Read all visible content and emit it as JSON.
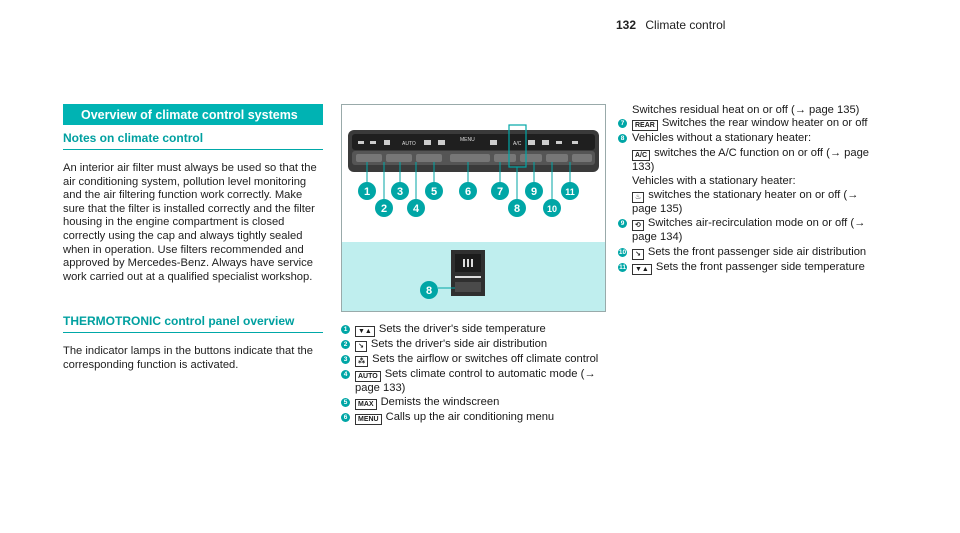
{
  "header": {
    "page_number": "132",
    "section": "Climate control"
  },
  "left": {
    "section_title": "Overview of climate control systems",
    "notes_heading": "Notes on climate control",
    "notes_text": "An interior air filter must always be used so that the air conditioning system, pollution level monitoring and the air filtering function work correctly. Make sure that the filter is installed correctly and the filter housing in the engine compartment is closed correctly using the cap and always tightly sealed when in operation. Use filters recommended and approved by Mercedes-Benz. Always have service work carried out at a qualified specialist workshop.",
    "panel_heading": "THERMOTRONIC control panel overview",
    "panel_text": "The indicator lamps in the buttons indicate that the corresponding function is activated."
  },
  "figure": {
    "callouts_top": [
      "1",
      "2",
      "3",
      "4",
      "5",
      "6",
      "7",
      "8",
      "9",
      "10",
      "11"
    ],
    "callout_bottom": "8",
    "button_labels": [
      "AUTO",
      "MENU",
      "A/C"
    ]
  },
  "legend": [
    {
      "n": "1",
      "icon": "▼▲",
      "text": "Sets the driver's side temperature"
    },
    {
      "n": "2",
      "icon": "↘",
      "text": "Sets the driver's side air distribution"
    },
    {
      "n": "3",
      "icon": "⁂",
      "text": "Sets the airflow or switches off climate control"
    },
    {
      "n": "4",
      "icon": "AUTO",
      "text": "Sets climate control to automatic mode (→ page 133)"
    },
    {
      "n": "5",
      "icon": "MAX",
      "text": "Demists the windscreen"
    },
    {
      "n": "6",
      "icon": "MENU",
      "text": "Calls up the air conditioning menu"
    }
  ],
  "right": {
    "cont_line": "Switches residual heat on or off (→ page 135)",
    "items": [
      {
        "n": "7",
        "icon": "REAR",
        "text": "Switches the rear window heater on or off"
      },
      {
        "n": "8",
        "icon": "",
        "text": "Vehicles without a stationary heater:"
      },
      {
        "n": "",
        "icon": "A/C",
        "text": "switches the A/C function on or off (→ page 133)"
      },
      {
        "n": "",
        "icon": "",
        "text": "Vehicles with a stationary heater:"
      },
      {
        "n": "",
        "icon": "♨",
        "text": "switches the stationary heater on or off (→ page 135)"
      },
      {
        "n": "9",
        "icon": "⟲",
        "text": "Switches air-recirculation mode on or off (→ page 134)"
      },
      {
        "n": "10",
        "icon": "↘",
        "text": "Sets the front passenger side air distribution"
      },
      {
        "n": "11",
        "icon": "▼▲",
        "text": "Sets the front passenger side temperature"
      }
    ]
  }
}
